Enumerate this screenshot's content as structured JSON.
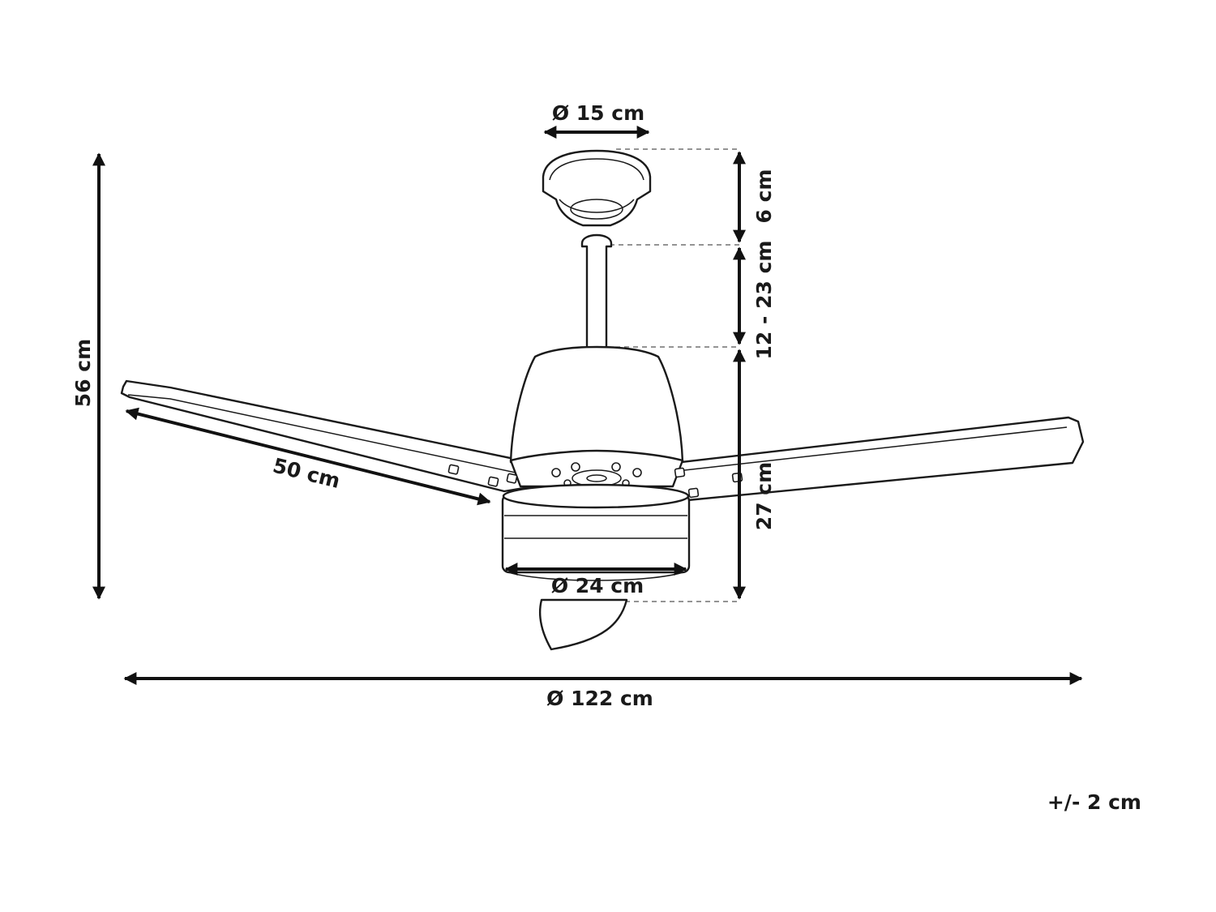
{
  "dimensions": {
    "canopy_diameter": "Ø 15 cm",
    "canopy_height": "6 cm",
    "downrod_length": "12 - 23 cm",
    "motor_height": "27 cm",
    "total_height": "56 cm",
    "blade_length": "50 cm",
    "light_diameter": "Ø 24 cm",
    "fan_diameter": "Ø 122 cm",
    "tolerance": "+/- 2 cm"
  }
}
